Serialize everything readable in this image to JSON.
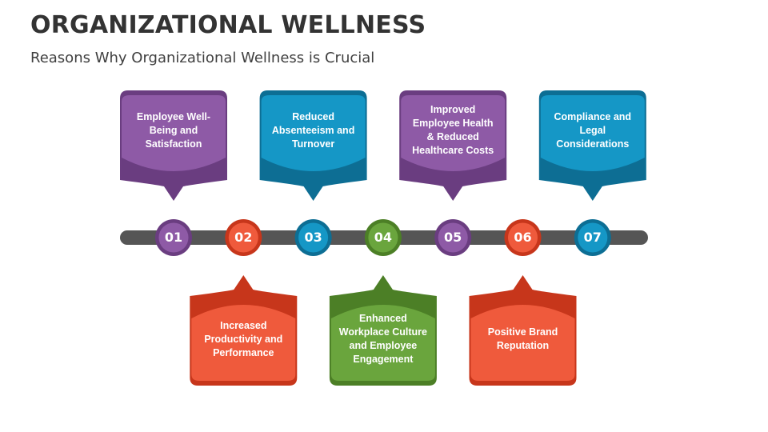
{
  "title": "ORGANIZATIONAL WELLNESS",
  "subtitle": "Reasons Why Organizational Wellness is Crucial",
  "colors": {
    "purple": "#8e5aa6",
    "red": "#ef5a3c",
    "blue": "#1597c6",
    "green": "#6aa53d",
    "timeline": "#555555"
  },
  "steps": [
    {
      "number": "01",
      "text": "Employee Well-Being and Satisfaction",
      "color": "purple",
      "side": "top"
    },
    {
      "number": "02",
      "text": "Increased Productivity and Performance",
      "color": "red",
      "side": "bottom"
    },
    {
      "number": "03",
      "text": "Reduced Absenteeism and Turnover",
      "color": "blue",
      "side": "top"
    },
    {
      "number": "04",
      "text": "Enhanced Workplace Culture and Employee Engagement",
      "color": "green",
      "side": "bottom"
    },
    {
      "number": "05",
      "text": "Improved Employee Health & Reduced Healthcare Costs",
      "color": "purple",
      "side": "top"
    },
    {
      "number": "06",
      "text": "Positive Brand Reputation",
      "color": "red",
      "side": "bottom"
    },
    {
      "number": "07",
      "text": "Compliance and Legal Considerations",
      "color": "blue",
      "side": "top"
    }
  ]
}
